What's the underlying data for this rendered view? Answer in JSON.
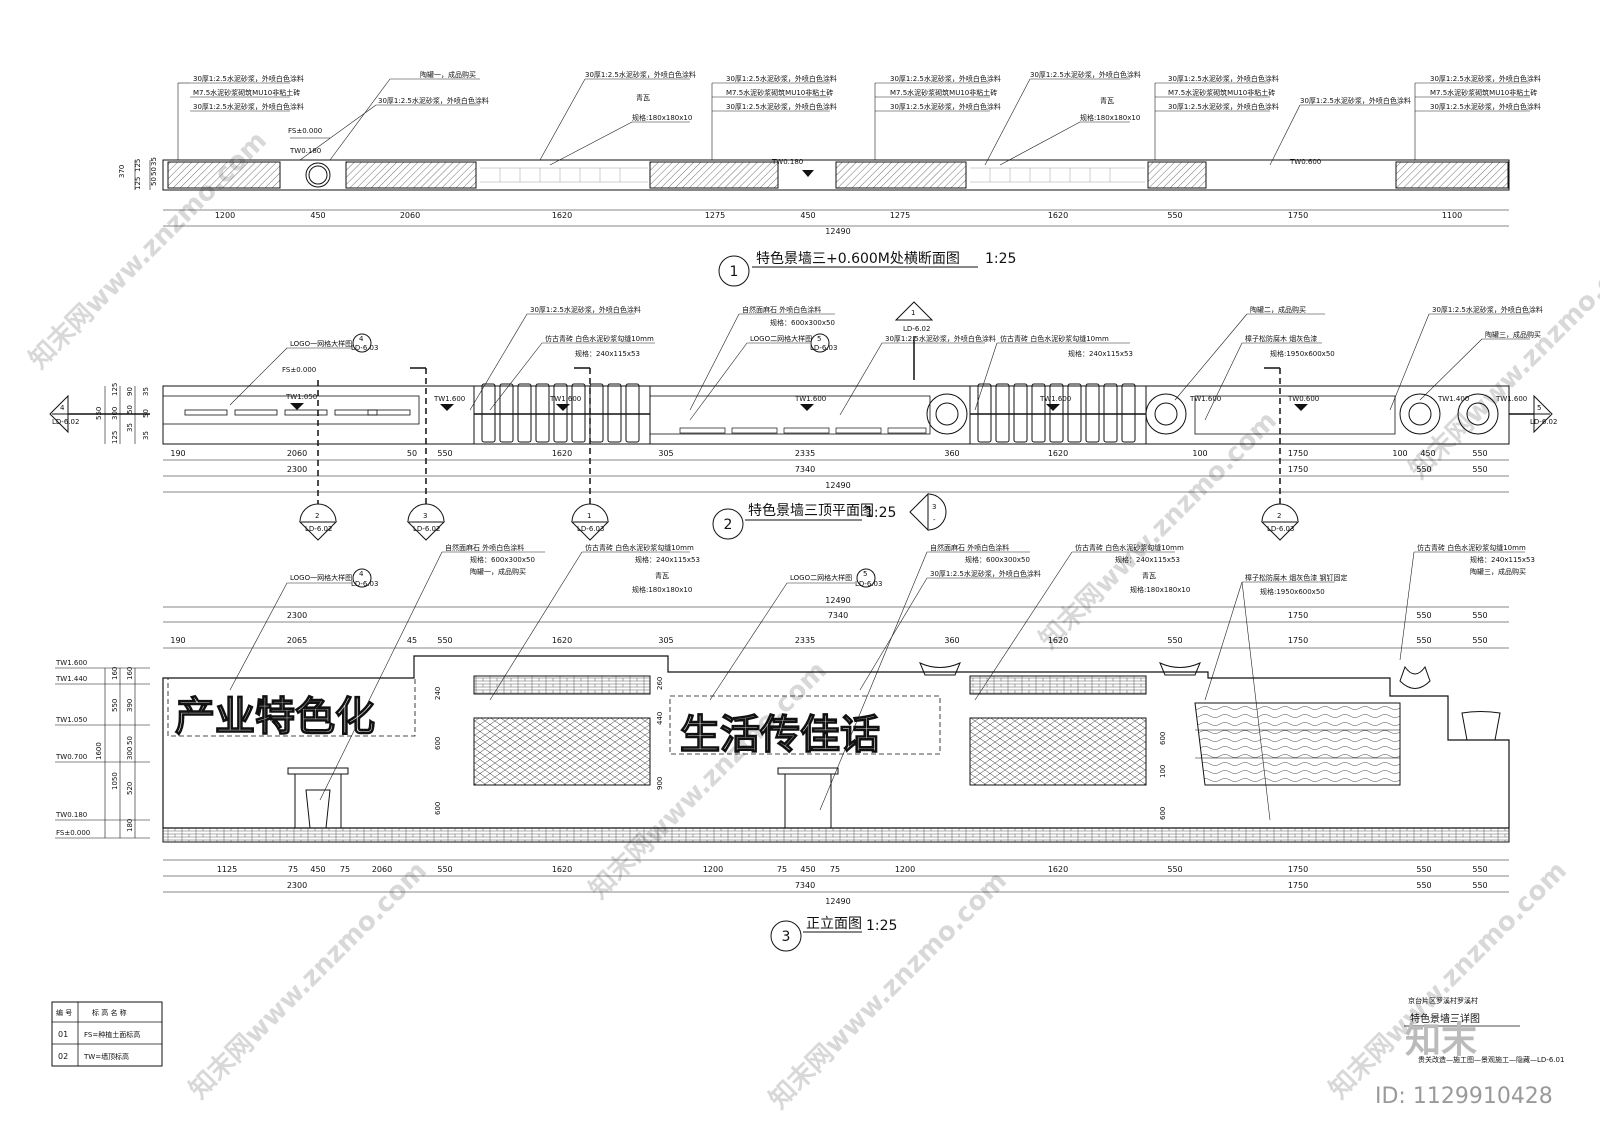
{
  "section1": {
    "title": "特色景墙三+0.600M处横断面图",
    "scale": "1:25",
    "number": "1",
    "notes": [
      "30厚1:2.5水泥砂浆，外喷白色涂料",
      "M7.5水泥砂浆砌筑MU10非粘土砖",
      "陶罐一，成品购买",
      "青瓦",
      "规格:180x180x10"
    ],
    "levels": [
      "FS±0.000",
      "TW0.180",
      "TW0.600"
    ],
    "dims_top": [
      "1200",
      "450",
      "2060",
      "1620",
      "1275",
      "450",
      "1275",
      "1620",
      "550",
      "1750",
      "1100"
    ],
    "dim_total": "12490",
    "side_dims": [
      "370",
      "125",
      "125",
      "35",
      "35",
      "50",
      "50"
    ]
  },
  "section2": {
    "title": "特色景墙三顶平面图",
    "scale": "1:25",
    "number": "2",
    "notes": [
      "LOGO一网格大样图",
      "LOGO二网格大样图",
      "30厚1:2.5水泥砂浆，外喷白色涂料",
      "仿古青砖 白色水泥砂浆勾缝10mm",
      "规格：240x115x53",
      "自然面麻石 外喷白色涂料",
      "规格：600x300x50",
      "陶罐二，成品购买",
      "陶罐三，成品购买",
      "樟子松防腐木 烟灰色漆",
      "规格:1950x600x50"
    ],
    "levels": [
      "FS±0.000",
      "TW1.050",
      "TW1.600",
      "TW1.600",
      "TW1.600",
      "TW1.600",
      "TW0.600",
      "TW1.400",
      "TW1.600"
    ],
    "dims_row1": [
      "190",
      "2060",
      "50",
      "550",
      "1620",
      "305",
      "2335",
      "360",
      "1620",
      "100",
      "1750",
      "100",
      "450",
      "550"
    ],
    "dims_row2": [
      "2300",
      "7340",
      "1750",
      "550",
      "550"
    ],
    "dim_total": "12490",
    "side_dims": [
      "550",
      "125",
      "125",
      "300",
      "90",
      "35",
      "35",
      "50",
      "50"
    ],
    "sections": [
      {
        "num": "4",
        "ref": "LD-6.02"
      },
      {
        "num": "5",
        "ref": "LD-6.02"
      },
      {
        "num": "1",
        "ref": "LD-6.02"
      },
      {
        "num": "2",
        "ref": "LD-6.02"
      },
      {
        "num": "3",
        "ref": "LD-6.02"
      },
      {
        "num": "1",
        "ref": "LD-6.03"
      },
      {
        "num": "2",
        "ref": "LD-6.03"
      },
      {
        "num": "3",
        "ref": "-"
      }
    ],
    "detail_refs": [
      {
        "num": "4",
        "ref": "LD-6.03"
      },
      {
        "num": "5",
        "ref": "LD-6.03"
      }
    ]
  },
  "section3": {
    "title": "正立面图",
    "scale": "1:25",
    "number": "3",
    "wall_text_left": "产业特色化",
    "wall_text_mid": "生活传佳话",
    "notes": [
      "LOGO一网格大样图",
      "LOGO二网格大样图",
      "自然面麻石 外喷白色涂料",
      "规格：600x300x50",
      "陶罐一，成品购买",
      "仿古青砖 白色水泥砂浆勾缝10mm",
      "规格：240x115x53",
      "青瓦",
      "规格:180x180x10",
      "30厚1:2.5水泥砂浆，外喷白色涂料",
      "樟子松防腐木 烟灰色漆 钢钉固定",
      "规格:1950x600x50",
      "陶罐三，成品购买"
    ],
    "levels": [
      "TW1.600",
      "TW1.440",
      "TW1.050",
      "TW0.700",
      "TW0.180",
      "FS±0.000"
    ],
    "dims_top_row1": [
      "2300",
      "7340",
      "1750",
      "550",
      "550"
    ],
    "dims_top_row2": [
      "190",
      "2065",
      "45",
      "550",
      "1620",
      "305",
      "2335",
      "360",
      "1620",
      "550",
      "1750",
      "550",
      "550"
    ],
    "dims_bottom_row1": [
      "1125",
      "75",
      "450",
      "75",
      "2060",
      "550",
      "1620",
      "1200",
      "75",
      "450",
      "75",
      "1200",
      "1620",
      "550",
      "1750",
      "550",
      "550"
    ],
    "dims_bottom_row2": [
      "2300",
      "7340",
      "1750",
      "550",
      "550"
    ],
    "dim_total": "12490",
    "side_dims": [
      "160",
      "390",
      "50",
      "300",
      "180",
      "550",
      "1600",
      "1050",
      "520",
      "240",
      "440",
      "600",
      "900",
      "260",
      "600",
      "100",
      "600",
      "600"
    ],
    "detail_refs": [
      {
        "num": "4",
        "ref": "LD-6.03"
      },
      {
        "num": "5",
        "ref": "LD-6.03"
      }
    ]
  },
  "legend": {
    "headers": [
      "编 号",
      "标 高 名 称"
    ],
    "rows": [
      {
        "code": "01",
        "name": "FS=种植土面标高"
      },
      {
        "code": "02",
        "name": "TW=墙顶标高"
      }
    ]
  },
  "title_block": {
    "line1": "京台片区罗溪村罗溪村",
    "line2": "特色景墙三详图",
    "line3": "贵关改造—施工图—景观施工—隐藏—LD-6.01",
    "overlay_logo": "知末"
  },
  "watermark": {
    "id": "ID: 1129910428",
    "texts": [
      "知末网www.znzmo.com"
    ]
  }
}
